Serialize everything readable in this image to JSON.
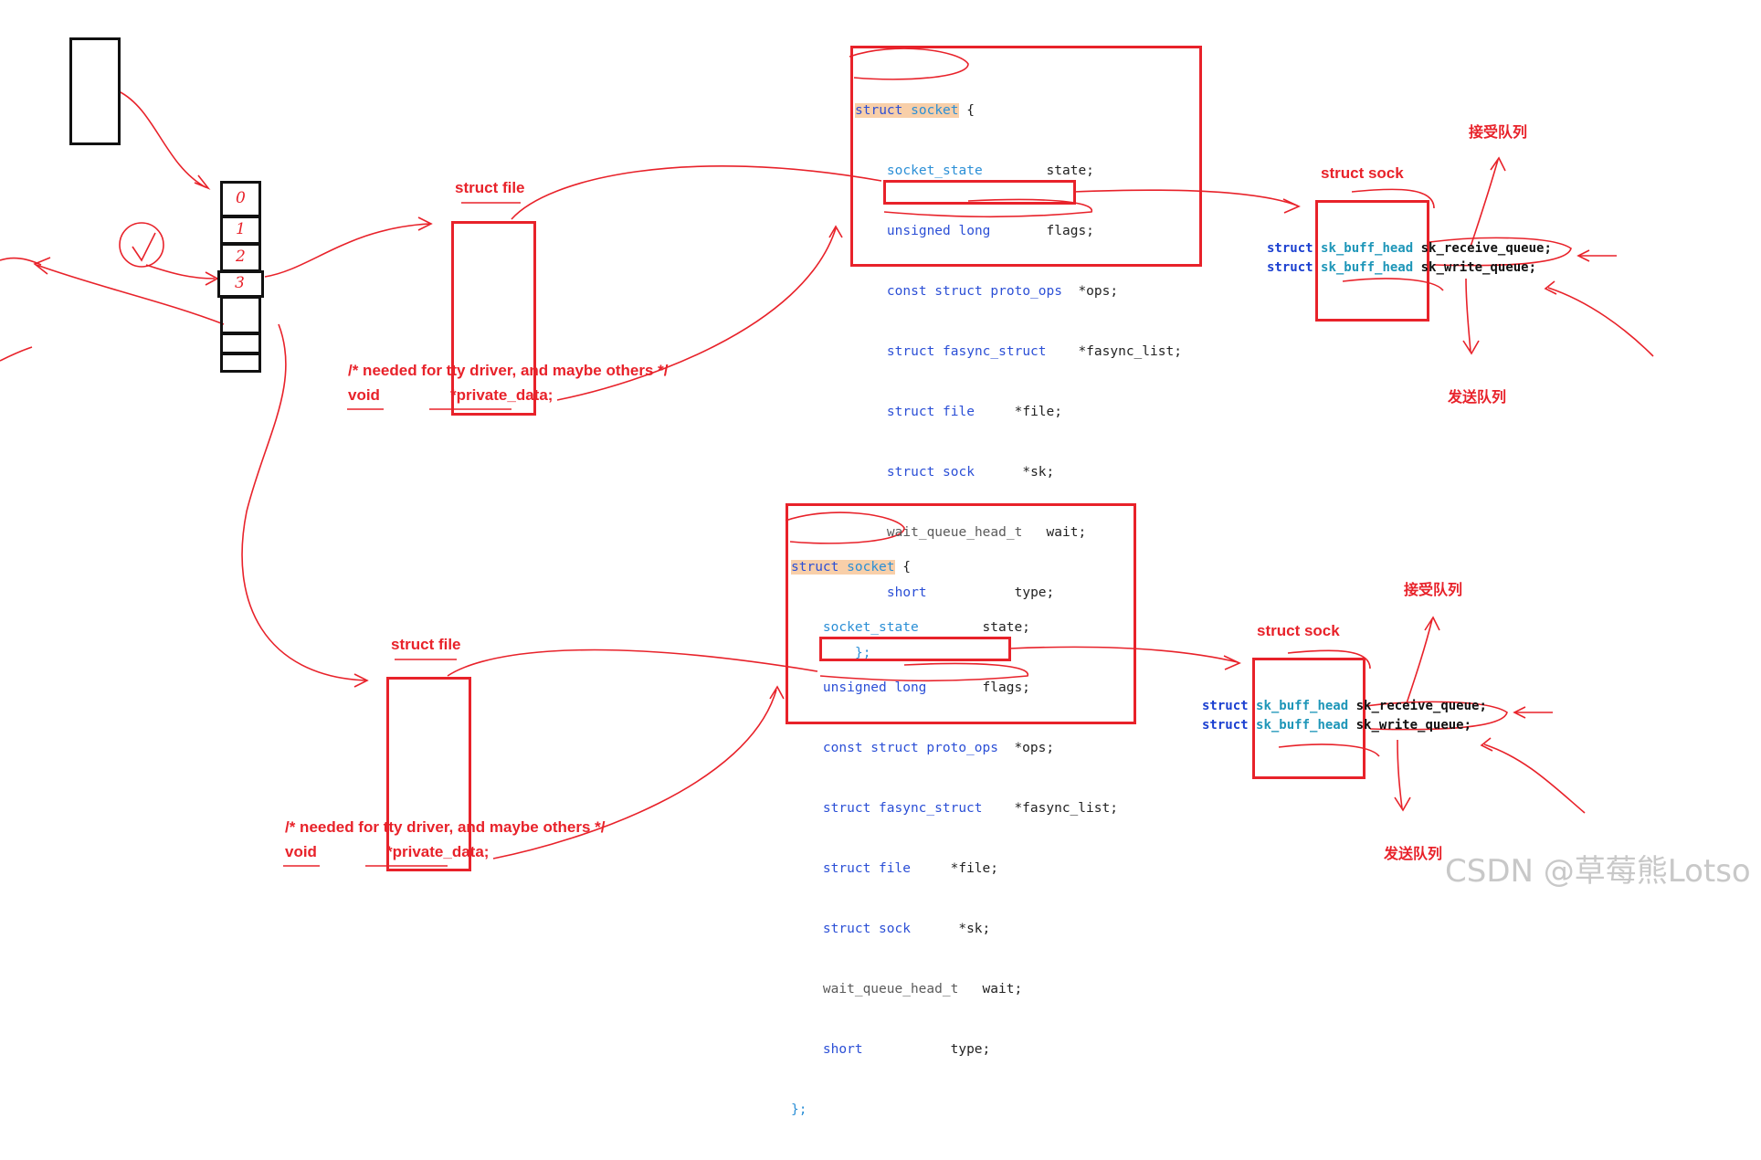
{
  "struct_file_label": "struct file",
  "struct_sock_label": "struct sock",
  "receive_queue_label": "接受队列",
  "send_queue_label": "发送队列",
  "comment_line": "/* needed for tty driver, and maybe others */",
  "void_kw": "void",
  "private_data": "*private_data;",
  "fd_digits": [
    "0",
    "1",
    "2",
    "3"
  ],
  "socket_struct": {
    "open_kw": "struct",
    "open_name": "socket",
    "open_brace": "{",
    "close": "};",
    "fields": [
      {
        "type": "socket_state",
        "spacer": "        ",
        "name": "state;"
      },
      {
        "type": "unsigned long",
        "spacer": "       ",
        "name": "flags;"
      },
      {
        "type": "const struct proto_ops",
        "spacer": "  ",
        "name": "*ops;"
      },
      {
        "type": "struct fasync_struct",
        "spacer": "    ",
        "name": "*fasync_list;"
      },
      {
        "type": "struct file",
        "spacer": "     ",
        "name": "*file;"
      },
      {
        "type": "struct sock",
        "spacer": "      ",
        "name": "*sk;"
      },
      {
        "type": "wait_queue_head_t",
        "spacer": "   ",
        "name": "wait;"
      },
      {
        "type": "short",
        "spacer": "           ",
        "name": "type;"
      }
    ]
  },
  "sock_fields": [
    {
      "kw": "struct",
      "type": "sk_buff_head",
      "name": "sk_receive_queue;"
    },
    {
      "kw": "struct",
      "type": "sk_buff_head",
      "name": "sk_write_queue;"
    }
  ],
  "watermark": "CSDN @草莓熊Lotso",
  "colors": {
    "ink_red": "#e8222a",
    "code_blue": "#2b8fd6",
    "keyword_blue": "#1a3fd0",
    "highlight": "#f8cfa9"
  }
}
